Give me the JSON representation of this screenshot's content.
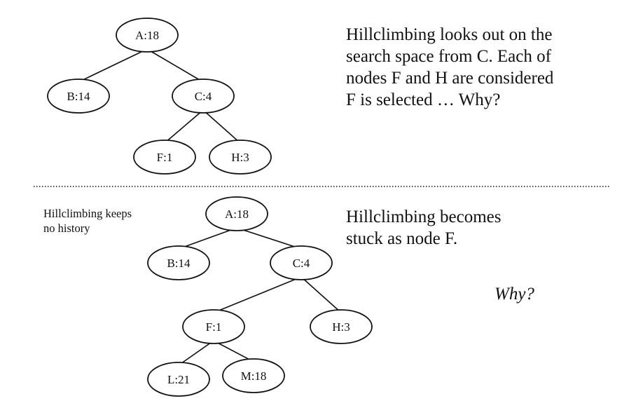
{
  "top_diagram": {
    "nodes": [
      {
        "id": "A",
        "label": "A:18"
      },
      {
        "id": "B",
        "label": "B:14"
      },
      {
        "id": "C",
        "label": "C:4"
      },
      {
        "id": "F",
        "label": "F:1"
      },
      {
        "id": "H",
        "label": "H:3"
      }
    ],
    "edges": [
      [
        "A",
        "B"
      ],
      [
        "A",
        "C"
      ],
      [
        "C",
        "F"
      ],
      [
        "C",
        "H"
      ]
    ],
    "caption_lines": [
      "Hillclimbing looks out on the",
      "search space from C.  Each of",
      "nodes F and H are considered",
      "F is selected  … Why?"
    ]
  },
  "bottom_diagram": {
    "side_note_lines": [
      "Hillclimbing keeps",
      "no history"
    ],
    "nodes": [
      {
        "id": "A",
        "label": "A:18"
      },
      {
        "id": "B",
        "label": "B:14"
      },
      {
        "id": "C",
        "label": "C:4"
      },
      {
        "id": "F",
        "label": "F:1"
      },
      {
        "id": "H",
        "label": "H:3"
      },
      {
        "id": "L",
        "label": "L:21"
      },
      {
        "id": "M",
        "label": "M:18"
      }
    ],
    "edges": [
      [
        "A",
        "B"
      ],
      [
        "A",
        "C"
      ],
      [
        "C",
        "F"
      ],
      [
        "C",
        "H"
      ],
      [
        "F",
        "L"
      ],
      [
        "F",
        "M"
      ]
    ],
    "caption_lines": [
      "Hillclimbing becomes",
      "stuck as node F."
    ],
    "question": "Why?"
  },
  "colors": {
    "ink": "#111111",
    "background": "#ffffff"
  }
}
